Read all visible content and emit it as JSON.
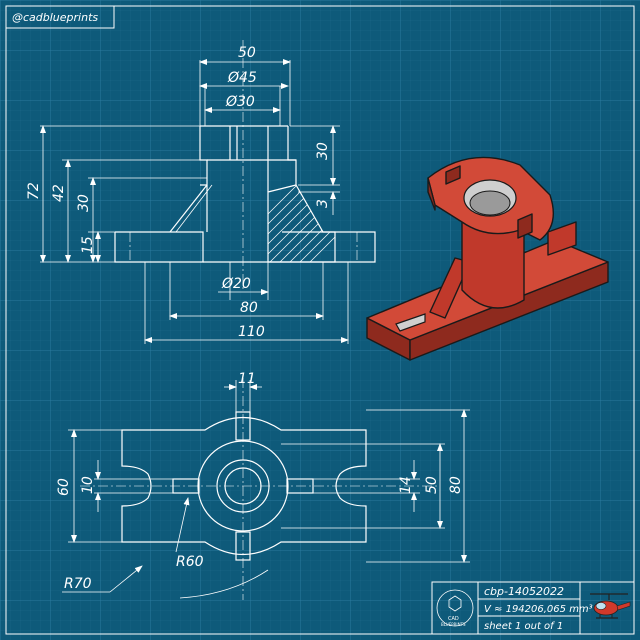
{
  "brand": {
    "handle": "@cadblueprints"
  },
  "front_view": {
    "dims": {
      "top_width": "50",
      "outer_dia": "Ø45",
      "inner_dia": "Ø30",
      "hub_height": "30",
      "small_step": "3",
      "total_height": "72",
      "height_42": "42",
      "height_30": "30",
      "base_height": "15",
      "bore_dia": "Ø20",
      "width_80": "80",
      "width_110": "110"
    }
  },
  "top_view": {
    "dims": {
      "slot_width": "11",
      "height_60": "60",
      "slot_10": "10",
      "slot_14": "14",
      "height_50": "50",
      "height_80": "80",
      "radius_70": "R70",
      "radius_60": "R60"
    }
  },
  "title_block": {
    "logo_line1": "CAD",
    "logo_line2": "BLUEPRINTS",
    "drawing_id": "cbp-14052022",
    "volume": "V ≈ 194206,065 mm³",
    "sheet": "sheet 1 out of 1"
  },
  "colors": {
    "background": "#0e5a7a",
    "grid_line": "#2a7396",
    "lines": "#ffffff",
    "model_red": "#c0392b"
  },
  "icons": [
    "helicopter-icon",
    "cad-logo-icon"
  ]
}
